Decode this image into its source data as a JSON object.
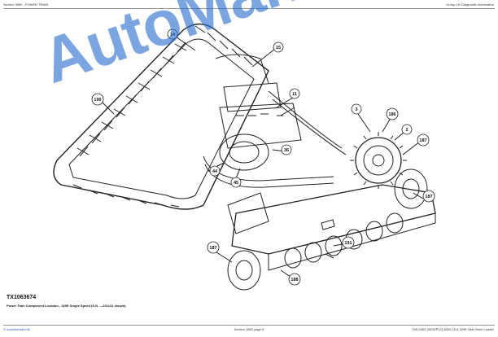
{
  "header": {
    "left": "Section 0650 - POWER TRAIN",
    "right": "Group 15: Diagnostic Information"
  },
  "figure": {
    "id": "TX1063674",
    "caption": "Power Train Component Location - 329E Single Speed (S.N. —231141 shown)",
    "callouts": [
      "14",
      "15",
      "190",
      "11",
      "3",
      "186",
      "2",
      "187",
      "36",
      "44",
      "45",
      "187",
      "187",
      "191",
      "188"
    ]
  },
  "watermark": "AutoManual.net",
  "footer": {
    "left": "© AutoManual.Info",
    "center": "Section 0650 page 6",
    "right": "TM12463 (05SEP12) 0650-15-6 329E Skid Steer Loader"
  }
}
